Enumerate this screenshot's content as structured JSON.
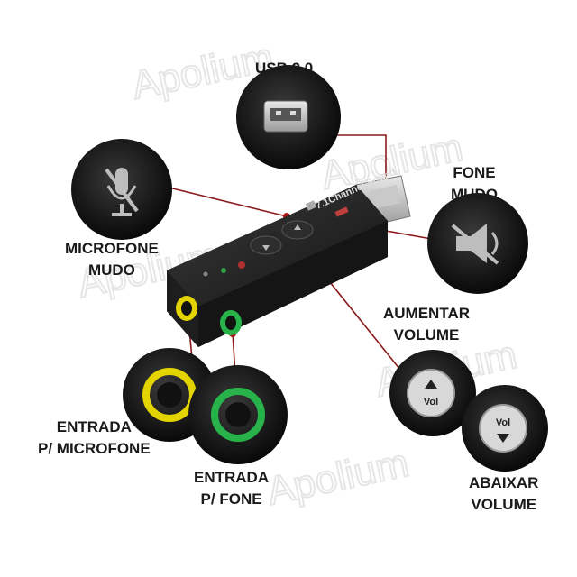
{
  "labels": {
    "usb": "USB 2.0",
    "mic_mute": [
      "MICROFONE",
      "MUDO"
    ],
    "phone_mute": [
      "FONE",
      "MUDO"
    ],
    "vol_up": [
      "AUMENTAR",
      "VOLUME"
    ],
    "vol_down": [
      "ABAIXAR",
      "VOLUME"
    ],
    "mic_in": [
      "ENTRADA",
      "P/ MICROFONE"
    ],
    "phone_in": [
      "ENTRADA",
      "P/ FONE"
    ]
  },
  "device_text": "7.1Channel Sound",
  "button_text": "Vol",
  "watermark": "Apolium",
  "colors": {
    "device": "#1c1c1c",
    "callout_line": "#8b1a1a",
    "mic_jack": "#e3d400",
    "phone_jack": "#27b34a",
    "label": "#1a1a1a"
  }
}
